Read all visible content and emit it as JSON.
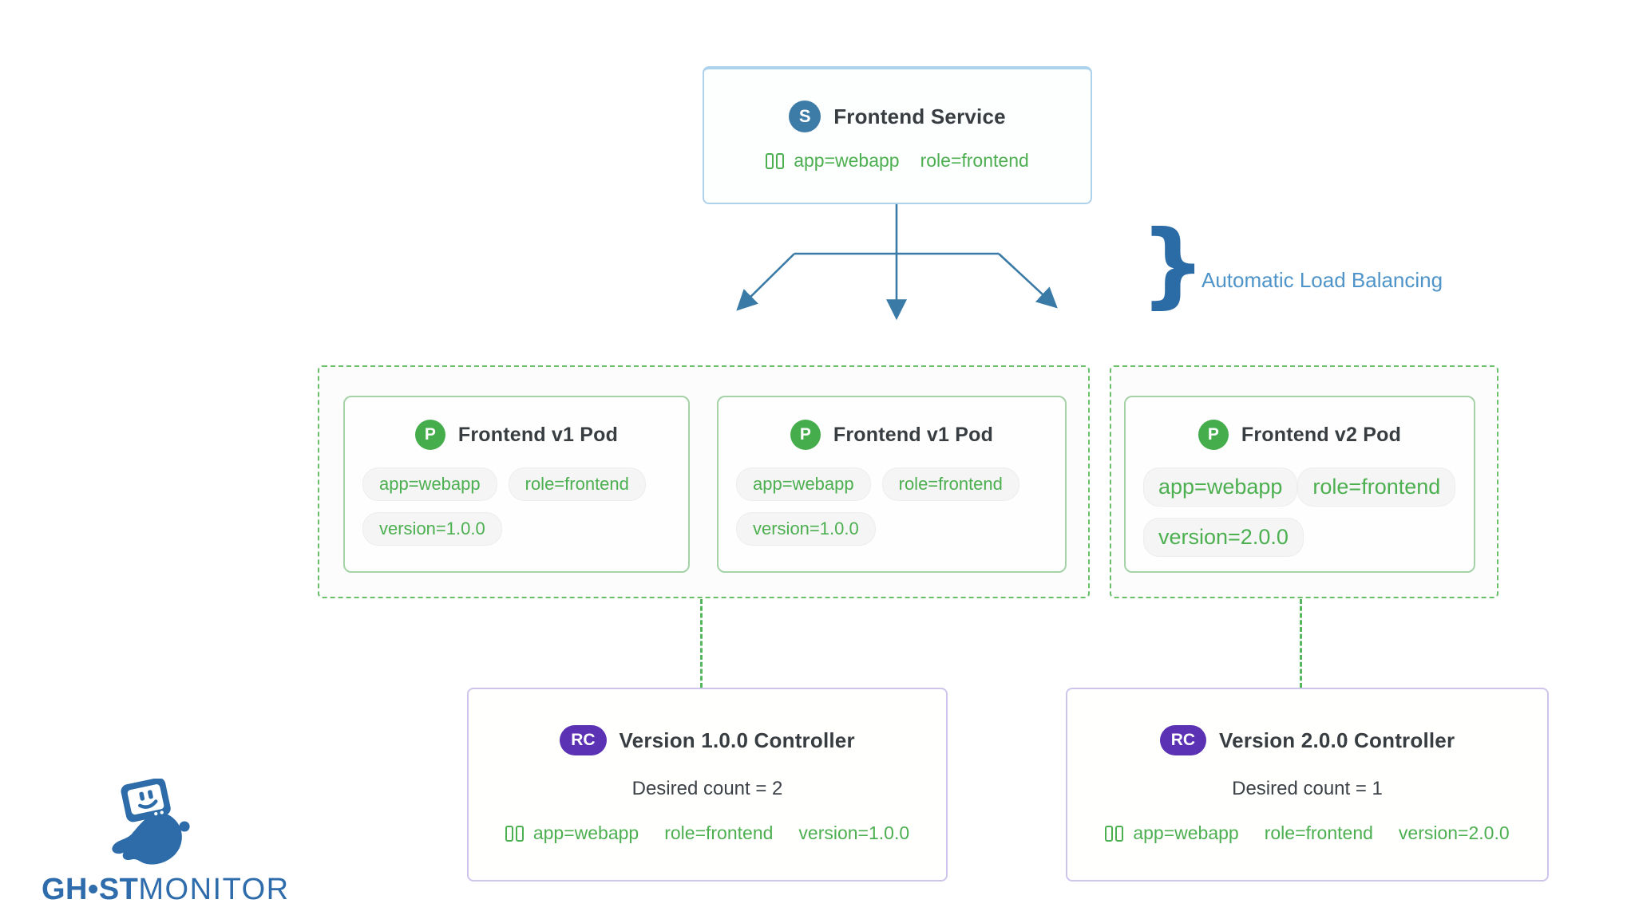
{
  "service": {
    "badge": "S",
    "title": "Frontend Service",
    "labels": [
      "app=webapp",
      "role=frontend"
    ]
  },
  "load_balancing": {
    "brace": "}",
    "label": "Automatic Load Balancing"
  },
  "pod_groups": [
    {
      "pods": [
        {
          "badge": "P",
          "title": "Frontend v1 Pod",
          "labels": [
            "app=webapp",
            "role=frontend",
            "version=1.0.0"
          ]
        },
        {
          "badge": "P",
          "title": "Frontend v1 Pod",
          "labels": [
            "app=webapp",
            "role=frontend",
            "version=1.0.0"
          ]
        }
      ]
    },
    {
      "pods": [
        {
          "badge": "P",
          "title": "Frontend v2 Pod",
          "labels": [
            "app=webapp",
            "role=frontend",
            "version=2.0.0"
          ]
        }
      ]
    }
  ],
  "controllers": [
    {
      "badge": "RC",
      "title": "Version 1.0.0 Controller",
      "desired_count": "Desired count = 2",
      "labels": [
        "app=webapp",
        "role=frontend",
        "version=1.0.0"
      ]
    },
    {
      "badge": "RC",
      "title": "Version 2.0.0 Controller",
      "desired_count": "Desired count = 1",
      "labels": [
        "app=webapp",
        "role=frontend",
        "version=2.0.0"
      ]
    }
  ],
  "logo": {
    "part1": "GH",
    "dot": "•",
    "part2": "ST",
    "part3": "MONITOR"
  },
  "colors": {
    "service_badge_blue": "#3e7ca8",
    "service_border_blue": "#aed2ec",
    "pod_badge_green": "#46ad4c",
    "label_green": "#4caf50",
    "dashed_green": "#6abf69",
    "controller_badge_purple": "#5b32b4",
    "controller_border_purple": "#cfc5ec",
    "arrow_blue": "#3a7aa6",
    "annotation_blue": "#4f94c9",
    "logo_blue": "#2f6cab"
  }
}
